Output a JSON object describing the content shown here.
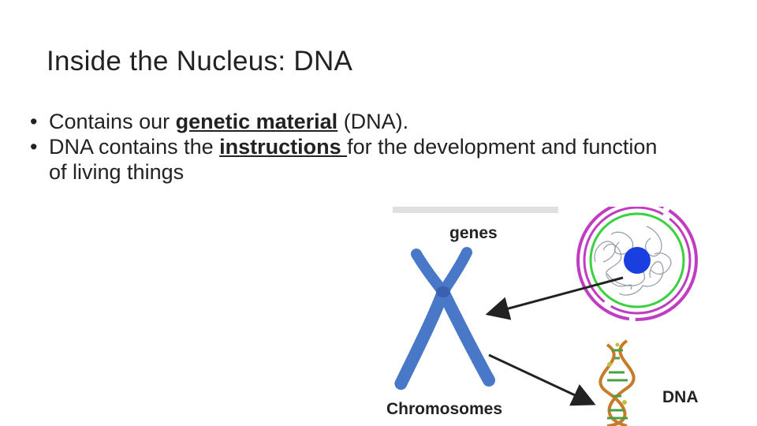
{
  "slide": {
    "title": "Inside the Nucleus: DNA",
    "bullets": [
      {
        "pre": "Contains our ",
        "emph": "genetic material",
        "post": " (DNA)."
      },
      {
        "pre": "DNA contains the ",
        "emph": "instructions ",
        "post": "for the development and function of living things"
      }
    ]
  },
  "figure": {
    "label_genes": "genes",
    "label_chromosomes": "Chromosomes",
    "label_dna": "DNA",
    "colors": {
      "chromosome": "#4a78c8",
      "nucleus_dot": "#1a3fe0",
      "ring_outer": "#c03cc0",
      "ring_inner": "#3ad040",
      "dna_strand": "#c87a28",
      "dna_rung": "#4aa040"
    }
  }
}
